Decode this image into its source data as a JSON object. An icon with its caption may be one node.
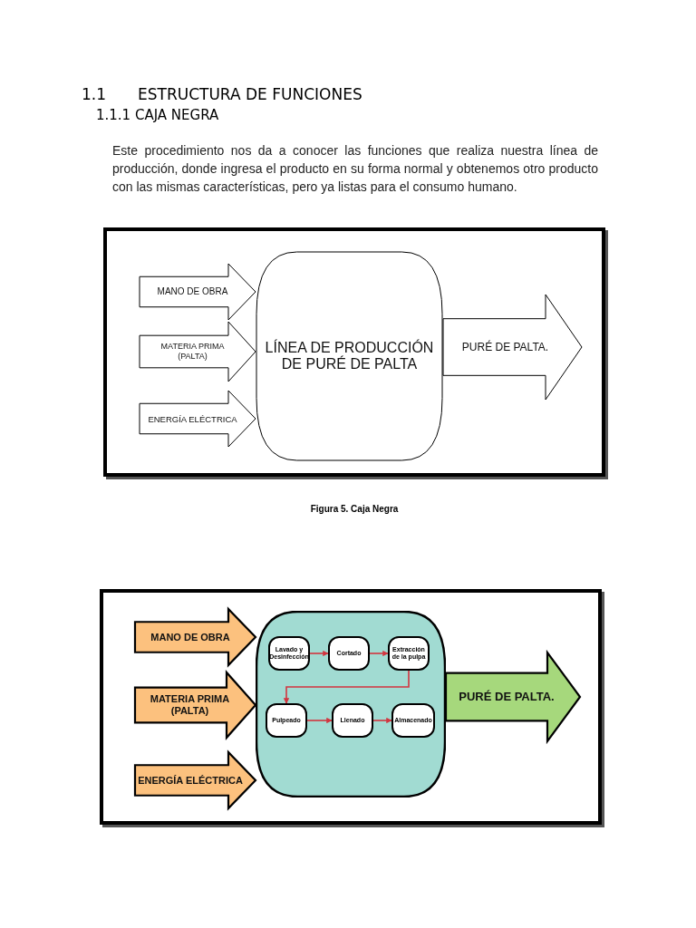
{
  "diagram": {
    "caption": "Figura 5. Caja Negra",
    "nodes": [
      {
        "text": [],
        "shape": "box"
      },
      {
        "text": [
          "LÍNEA DE PRODUCCIÓN DE PURÉ DE PALTA"
        ],
        "in": 0
      },
      {
        "text": [],
        "shape": "box"
      },
      {
        "text": [],
        "shape": "box",
        "in": 2
      },
      {
        "text": [
          "Lavado y Desinfección"
        ],
        "in": 3
      },
      {
        "text": [
          "Cortado"
        ],
        "in": 3
      },
      {
        "text": [
          "Extracción de la pulpa"
        ],
        "in": 3
      },
      {
        "text": [
          "Pulpeado"
        ],
        "in": 3
      },
      {
        "text": [
          "Llenado"
        ],
        "in": 3
      },
      {
        "text": [
          "Almacenado"
        ],
        "in": 3
      }
    ],
    "edges": [
      {
        "from": null,
        "to": 1,
        "arrow": "to",
        "label": "MANO DE OBRA"
      },
      {
        "from": null,
        "to": 1,
        "arrow": "to",
        "label": "MATERIA PRIMA (PALTA)"
      },
      {
        "from": null,
        "to": 1,
        "arrow": "to",
        "label": "ENERGÍA ELÉCTRICA"
      },
      {
        "from": 1,
        "to": null,
        "arrow": "to",
        "label": "PURÉ DE PALTA."
      },
      {
        "from": null,
        "to": 3,
        "arrow": "to",
        "label": "MANO DE OBRA",
        "style": "thick",
        "color": "#fcc17e"
      },
      {
        "from": null,
        "to": 3,
        "arrow": "to",
        "label": "MATERIA PRIMA (PALTA)",
        "style": "thick",
        "color": "#fcc17e"
      },
      {
        "from": null,
        "to": 3,
        "arrow": "to",
        "label": "ENERGÍA ELÉCTRICA",
        "style": "thick",
        "color": "#fcc17e"
      },
      {
        "from": 4,
        "to": 5,
        "arrow": "to"
      },
      {
        "from": 5,
        "to": 6,
        "arrow": "to"
      },
      {
        "from": 6,
        "to": 7,
        "arrow": "to"
      },
      {
        "from": 7,
        "to": 8,
        "arrow": "to"
      },
      {
        "from": 8,
        "to": 9,
        "arrow": "to"
      },
      {
        "from": 3,
        "to": null,
        "arrow": "to",
        "label": "PURÉ DE PALTA.",
        "style": "thick",
        "color": "#a6d87c"
      }
    ],
    "labels": [
      "1.1",
      "ESTRUCTURA DE FUNCIONES",
      "1.1.1 CAJA NEGRA",
      "Este procedimiento nos da a conocer las funciones que realiza nuestra línea de producción, donde ingresa el producto en su forma normal y obtenemos otro producto con las mismas características, pero ya listas para el consumo humano."
    ]
  }
}
